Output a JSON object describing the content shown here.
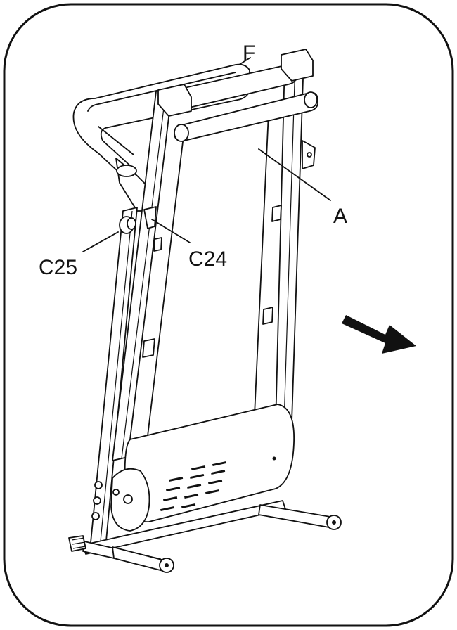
{
  "diagram": {
    "callouts": {
      "frame": "F",
      "deck": "A",
      "knob": "C25",
      "bolt": "C24"
    },
    "arrow_direction": "down-right"
  }
}
